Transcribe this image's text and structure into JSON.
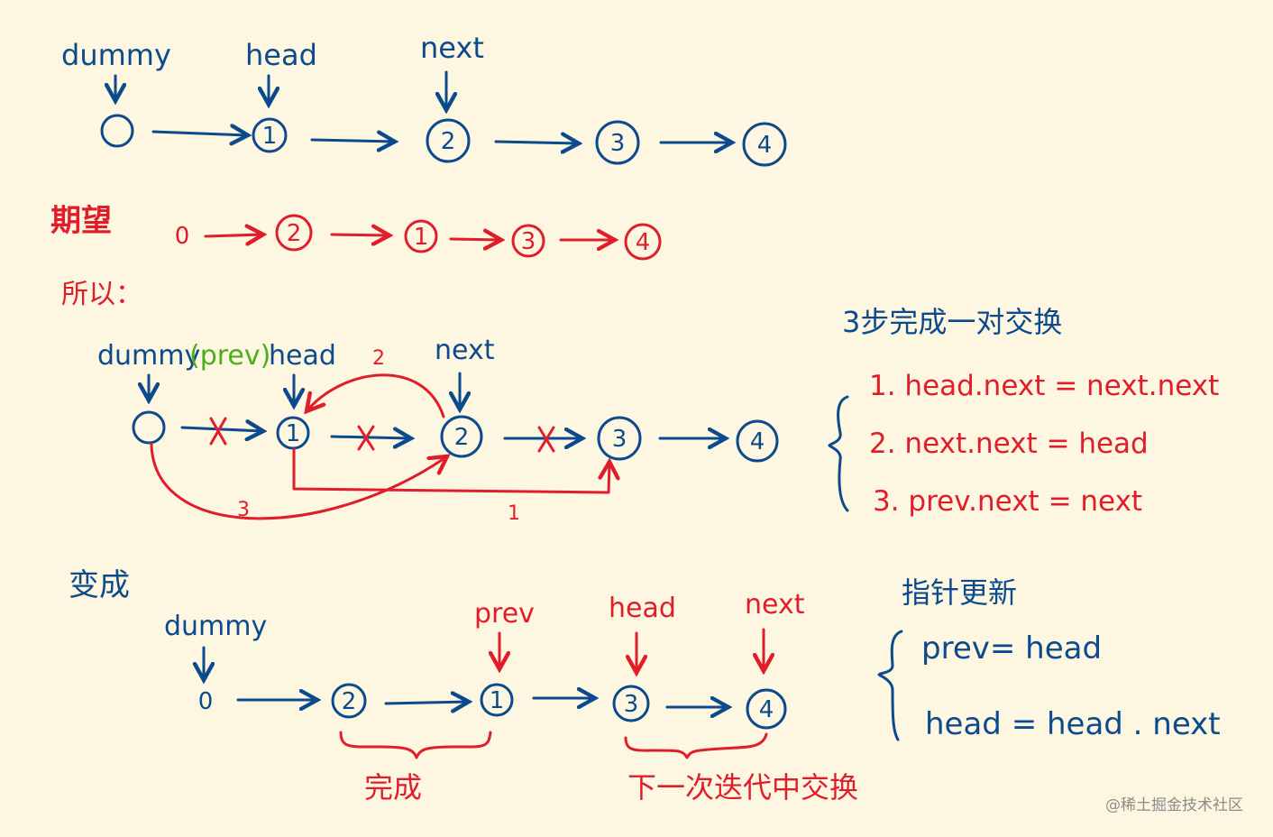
{
  "row1": {
    "labels": {
      "dummy": "dummy",
      "head": "head",
      "next": "next"
    },
    "nodes": [
      "",
      "1",
      "2",
      "3",
      "4"
    ]
  },
  "row2": {
    "label": "期望",
    "nodes": [
      "0",
      "2",
      "1",
      "3",
      "4"
    ]
  },
  "row3": {
    "label": "所以：",
    "labels": {
      "dummy": "dummy",
      "prev": "(prev)",
      "head": "head",
      "next": "next"
    },
    "nodes": [
      "",
      "1",
      "2",
      "3",
      "4"
    ],
    "step_numbers": [
      "1",
      "2",
      "3"
    ]
  },
  "steps": {
    "title": "3步完成一对交换",
    "items": [
      "1. head.next = next.next",
      "2. next.next = head",
      "3. prev.next = next"
    ]
  },
  "row4": {
    "label": "变成",
    "labels": {
      "dummy": "dummy",
      "prev": "prev",
      "head": "head",
      "next": "next"
    },
    "nodes": [
      "0",
      "2",
      "1",
      "3",
      "4"
    ],
    "done_label": "完成",
    "next_label": "下一次迭代中交换"
  },
  "pointer_update": {
    "title": "指针更新",
    "items": [
      "prev= head",
      "head = head . next"
    ]
  },
  "watermark": "@稀土掘金技术社区",
  "colors": {
    "blue": "#0c4a8e",
    "red": "#e01e2b",
    "green": "#4caf1a",
    "background": "#fdf6e0"
  }
}
